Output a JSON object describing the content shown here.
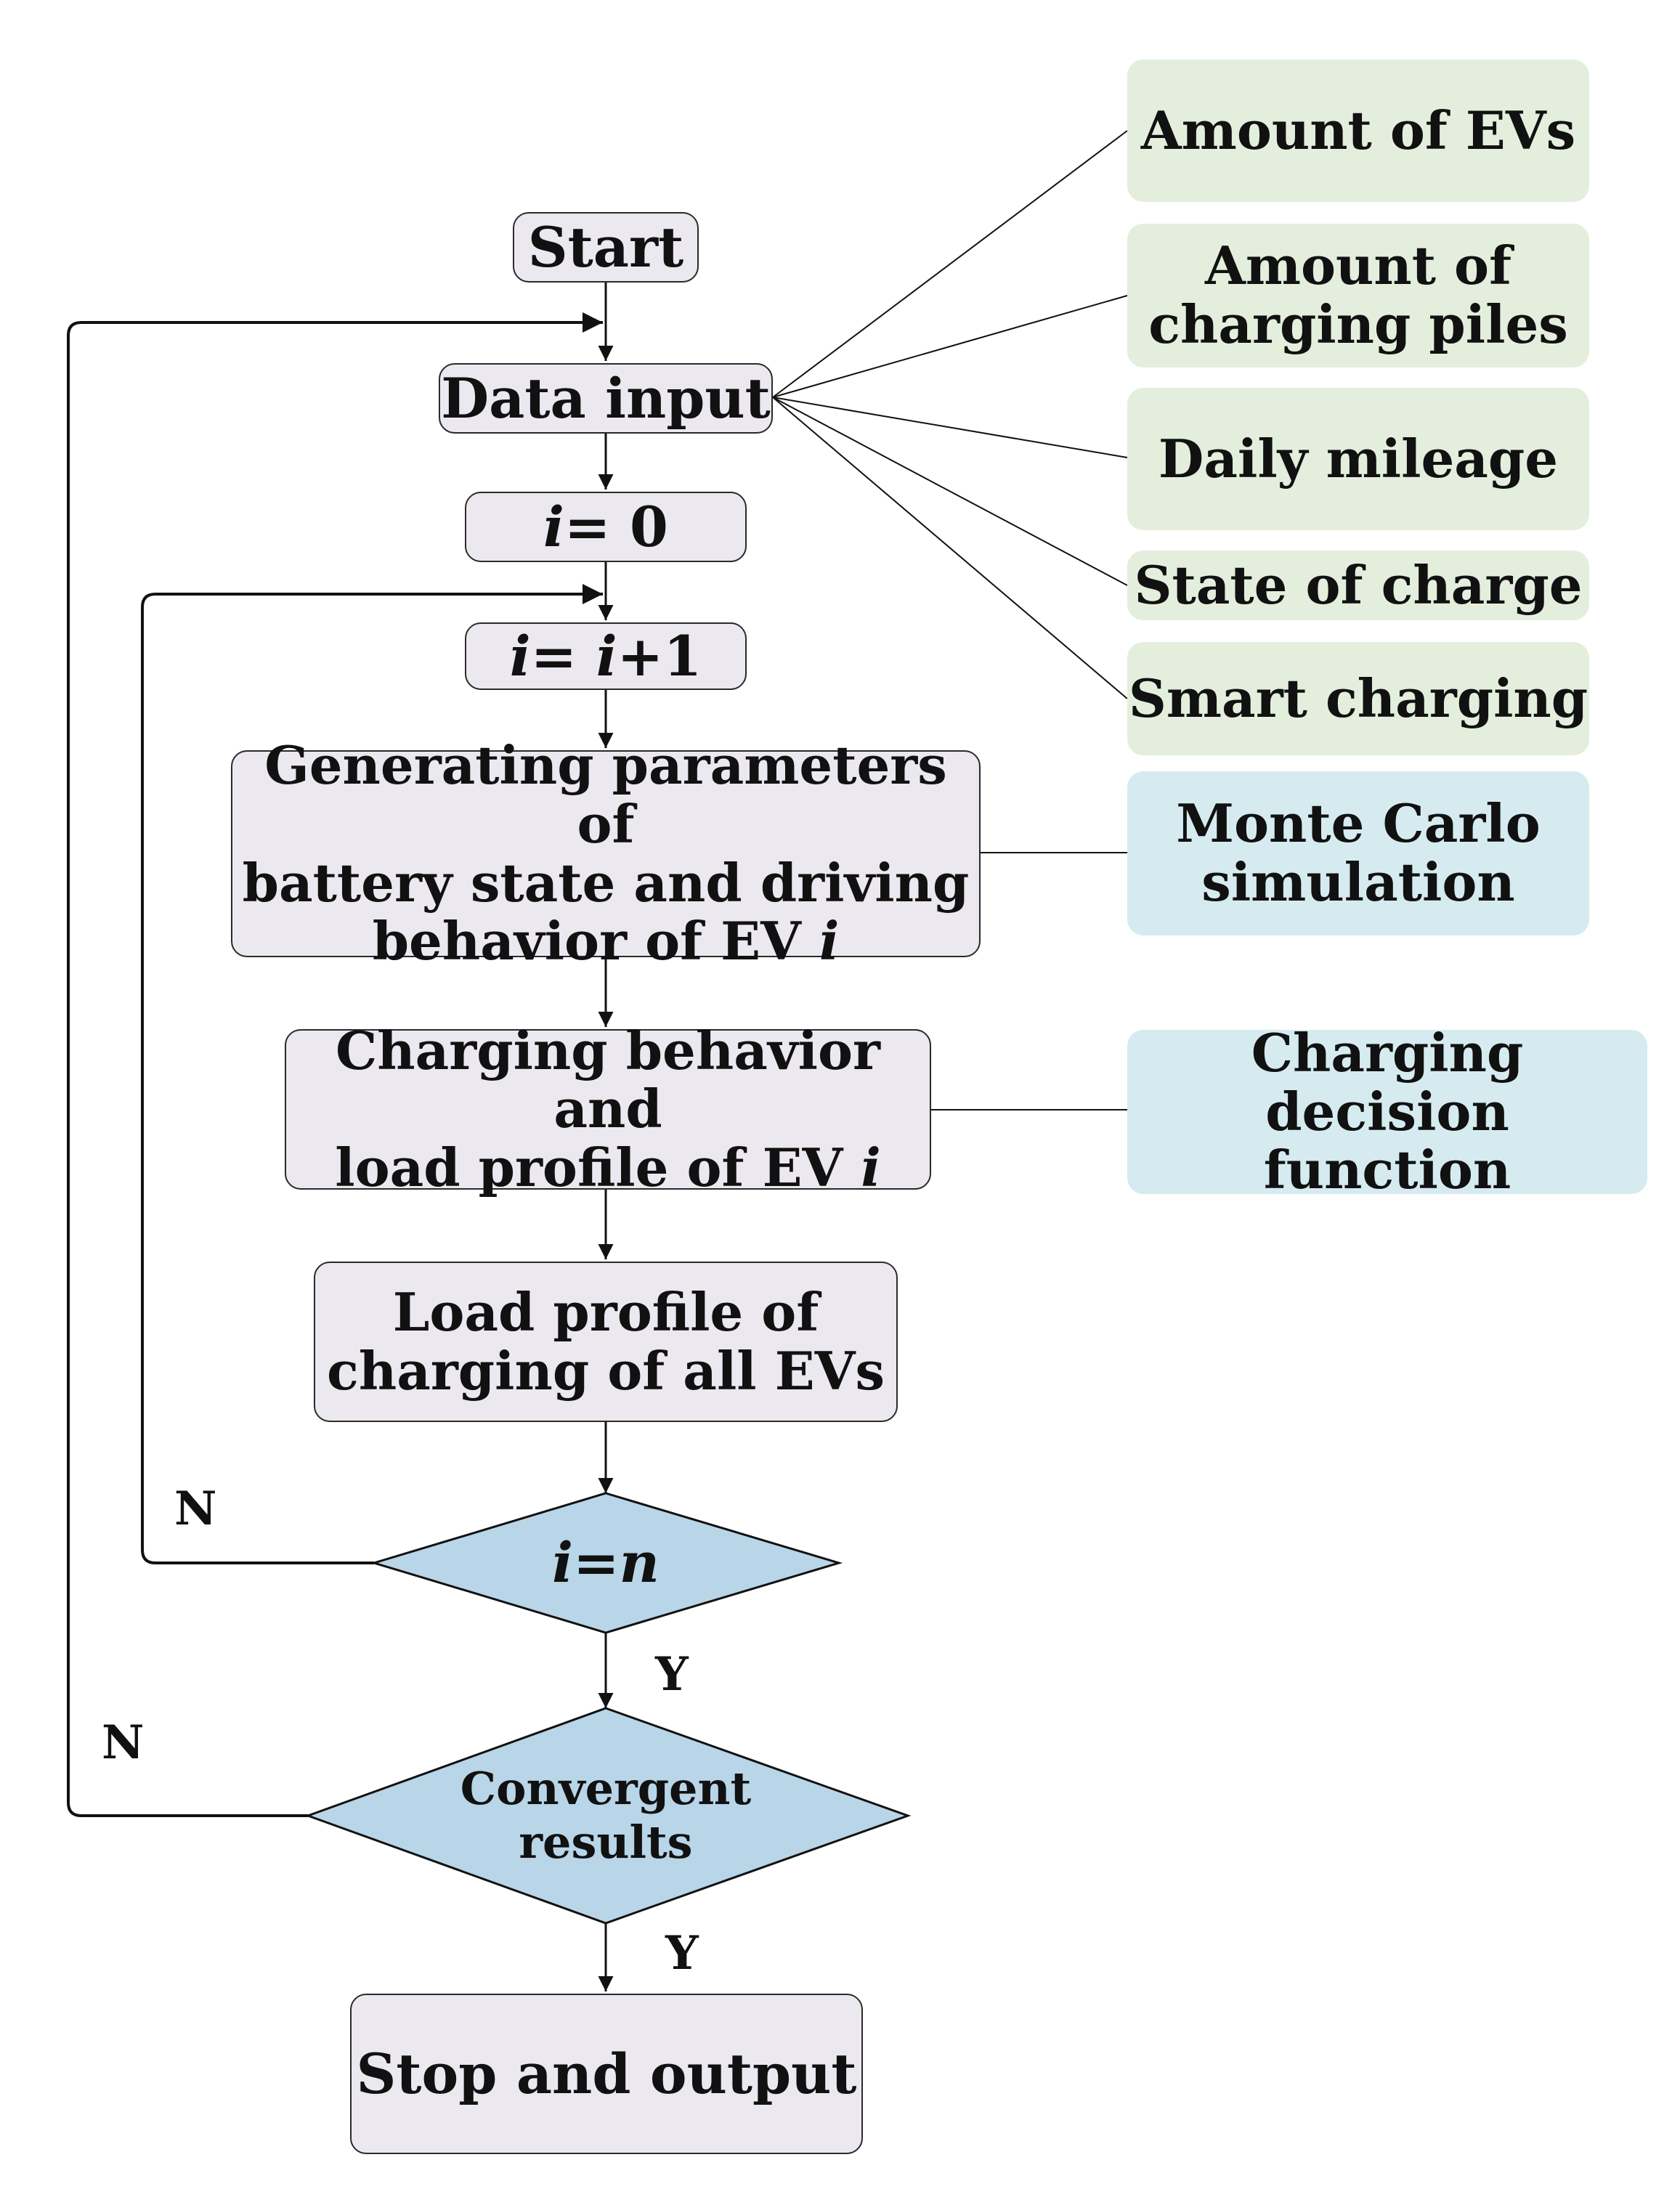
{
  "flowchart": {
    "start": "Start",
    "data_input": "Data input",
    "init": {
      "var": "i",
      "text": "= 0"
    },
    "increment": {
      "var": "i",
      "mid": "= ",
      "var2": "i",
      "tail": "+1"
    },
    "generate": {
      "line1": "Generating parameters of",
      "line2": "battery state and driving",
      "line3_text": "behavior of EV ",
      "line3_var": "i"
    },
    "charging_behavior": {
      "line1": "Charging behavior and",
      "line2_text": "load profile of EV ",
      "line2_var": "i"
    },
    "load_profile": {
      "line1": "Load profile of",
      "line2": "charging of all EVs"
    },
    "decision_i": {
      "var": "i",
      "mid": "= ",
      "var2": "n"
    },
    "decision_converge": {
      "line1": "Convergent",
      "line2": "results"
    },
    "stop": "Stop and output",
    "labels": {
      "n_inner": "N",
      "n_outer": "N",
      "y_inner": "Y",
      "y_outer": "Y"
    }
  },
  "inputs": [
    {
      "id": "amount-evs",
      "lines": [
        "Amount of EVs"
      ]
    },
    {
      "id": "amount-piles",
      "lines": [
        "Amount of",
        "charging piles"
      ]
    },
    {
      "id": "daily-mileage",
      "lines": [
        "Daily mileage"
      ]
    },
    {
      "id": "state-of-charge",
      "lines": [
        "State of charge"
      ]
    },
    {
      "id": "smart-charging",
      "lines": [
        "Smart charging"
      ]
    }
  ],
  "methods": {
    "monte_carlo": {
      "line1": "Monte Carlo",
      "line2": "simulation"
    },
    "decision_function": {
      "line1": "Charging decision",
      "line2": "function"
    }
  },
  "colors": {
    "process_fill": "#ece8ef",
    "input_fill": "#e4eedd",
    "method_fill": "#d5ebf0",
    "decision_fill": "#b9d5e8",
    "line": "#111111"
  }
}
